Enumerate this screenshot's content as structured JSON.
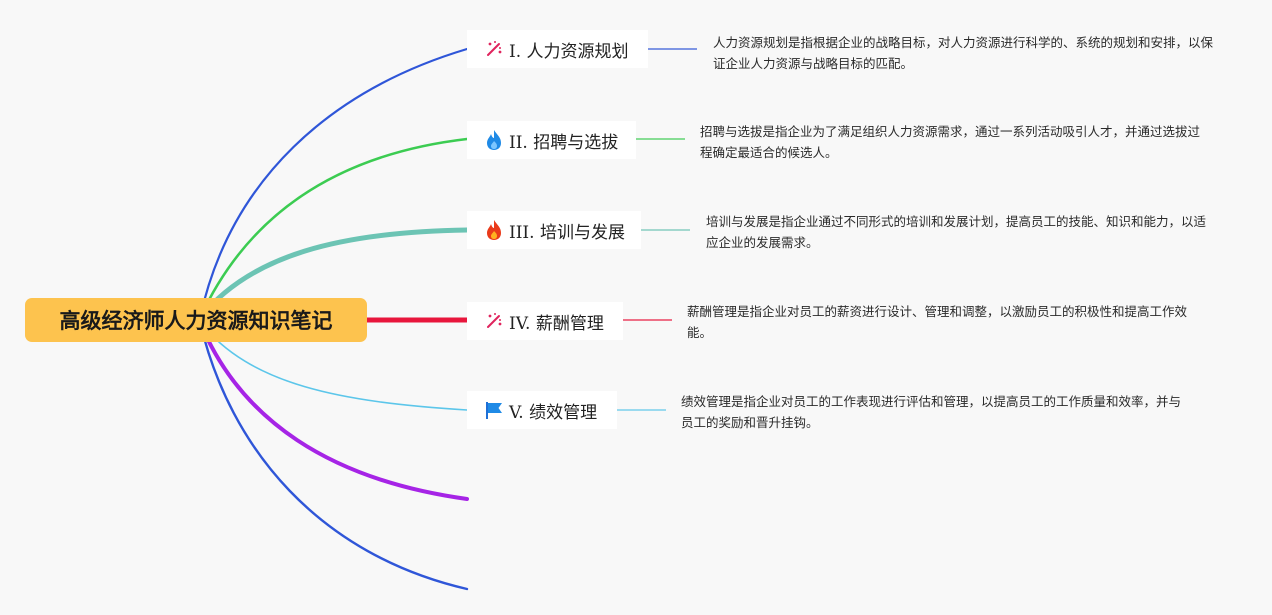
{
  "root": {
    "title": "高级经济师人力资源知识笔记"
  },
  "branches": [
    {
      "label": "I. 人力资源规划",
      "icon": "sparkle-wand-icon",
      "color": "#2f56d8",
      "description": "人力资源规划是指根据企业的战略目标，对人力资源进行科学的、系统的规划和安排，以保证企业人力资源与战略目标的匹配。"
    },
    {
      "label": "II. 招聘与选拔",
      "icon": "blue-flame-icon",
      "color": "#3ccc52",
      "description": "招聘与选拔是指企业为了满足组织人力资源需求，通过一系列活动吸引人才，并通过选拔过程确定最适合的候选人。"
    },
    {
      "label": "III. 培训与发展",
      "icon": "red-flame-icon",
      "color": "#6cc4b4",
      "description": "培训与发展是指企业通过不同形式的培训和发展计划，提高员工的技能、知识和能力，以适应企业的发展需求。"
    },
    {
      "label": "IV. 薪酬管理",
      "icon": "sparkle-wand-icon",
      "color": "#e8163c",
      "description": "薪酬管理是指企业对员工的薪资进行设计、管理和调整，以激励员工的积极性和提高工作效能。"
    },
    {
      "label": "V. 绩效管理",
      "icon": "flag-icon",
      "color": "#5cc6ea",
      "description": "绩效管理是指企业对员工的工作表现进行评估和管理，以提高员工的工作质量和效率，并与员工的奖励和晋升挂钩。"
    }
  ],
  "empty_branches": [
    {
      "color": "#a624e6"
    },
    {
      "color": "#2f56d8"
    }
  ]
}
